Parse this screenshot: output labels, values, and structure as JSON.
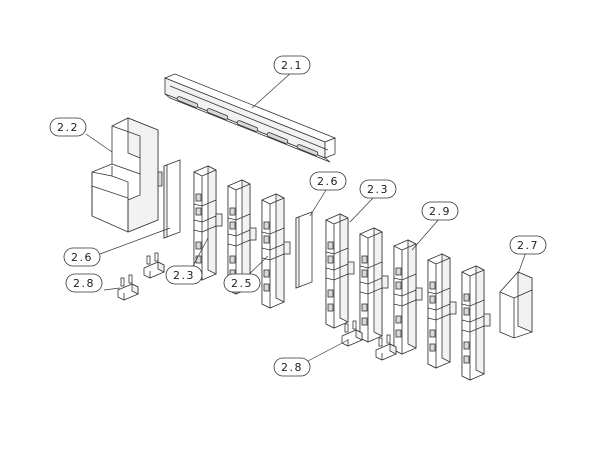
{
  "diagram": {
    "callouts": {
      "c1": "2.1",
      "c2": "2.2",
      "c3a": "2.3",
      "c3b": "2.3",
      "c5": "2.5",
      "c6a": "2.6",
      "c6b": "2.6",
      "c7": "2.7",
      "c8a": "2.8",
      "c8b": "2.8",
      "c9": "2.9"
    }
  }
}
